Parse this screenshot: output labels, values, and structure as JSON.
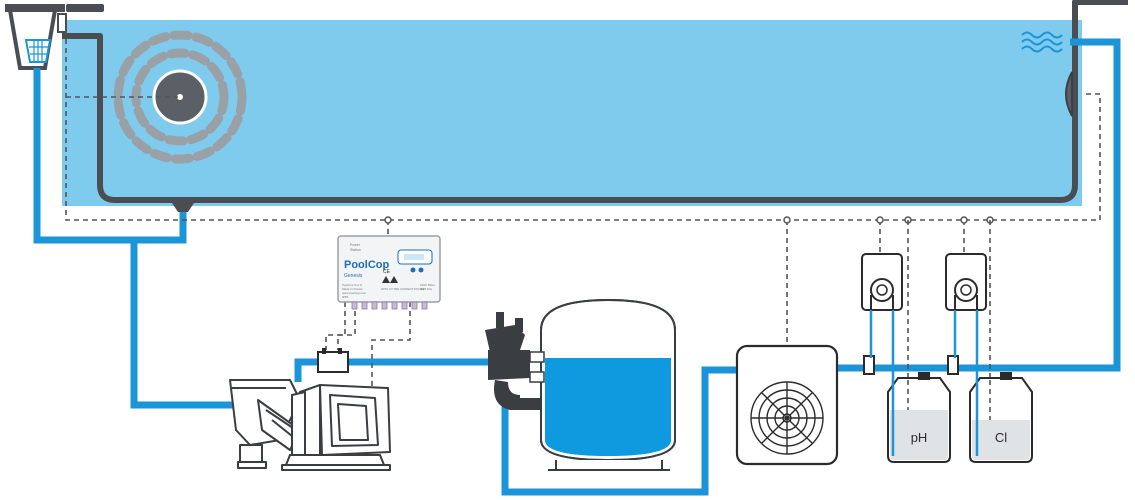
{
  "controller": {
    "brand_small": "Power",
    "brand_small2": "Station",
    "name": "PoolCop",
    "model": "Genesis",
    "left_info": [
      "PoolCop S.A.S",
      "Made in France",
      "www.poolcop.com",
      "IP55"
    ],
    "right_info": [
      "230V 50Hz",
      "Max 10A"
    ],
    "warning_text": "WITH UV TRE CONNECTION UNIT"
  },
  "canisters": [
    {
      "label": "pH"
    },
    {
      "label": "Cl"
    }
  ],
  "colors": {
    "water": "#7ecbee",
    "pipe": "#1b95d8",
    "outline": "#4a4d52",
    "cable": "#555555",
    "tank_water": "#0f9ae0"
  }
}
